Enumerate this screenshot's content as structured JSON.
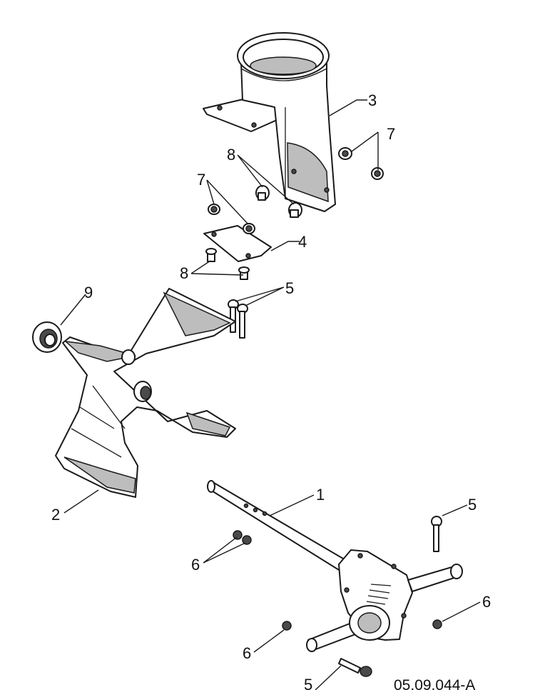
{
  "reference_code": "05.09.044-A",
  "callouts": {
    "c1": "1",
    "c2": "2",
    "c3": "3",
    "c4": "4",
    "c5a": "5",
    "c5b": "5",
    "c5c": "5",
    "c6a": "6",
    "c6b": "6",
    "c6c": "6",
    "c7a": "7",
    "c7b": "7",
    "c8a": "8",
    "c8b": "8",
    "c9": "9"
  }
}
